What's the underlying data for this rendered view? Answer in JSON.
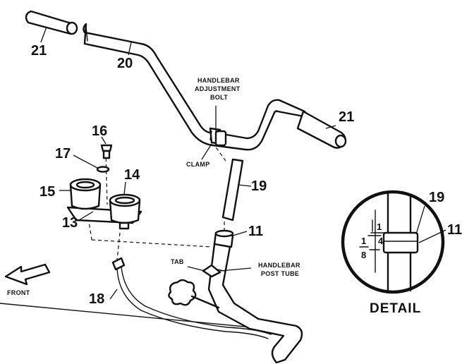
{
  "labels": {
    "p21a": "21",
    "p20": "20",
    "p21b": "21",
    "p16": "16",
    "p17": "17",
    "p14": "14",
    "p15": "15",
    "p13": "13",
    "p19": "19",
    "p11": "11",
    "p18": "18",
    "detail19": "19",
    "detail11": "11"
  },
  "callouts": {
    "adj_line1": "HANDLEBAR",
    "adj_line2": "ADJUSTMENT",
    "adj_line3": "BOLT",
    "clamp": "CLAMP",
    "tab": "TAB",
    "post_line1": "HANDLEBAR",
    "post_line2": "POST TUBE",
    "front": "FRONT"
  },
  "detail": {
    "title": "DETAIL",
    "frac_top_num": "1",
    "frac_top_den": "4",
    "frac_bot_num": "1",
    "frac_bot_den": "8"
  }
}
